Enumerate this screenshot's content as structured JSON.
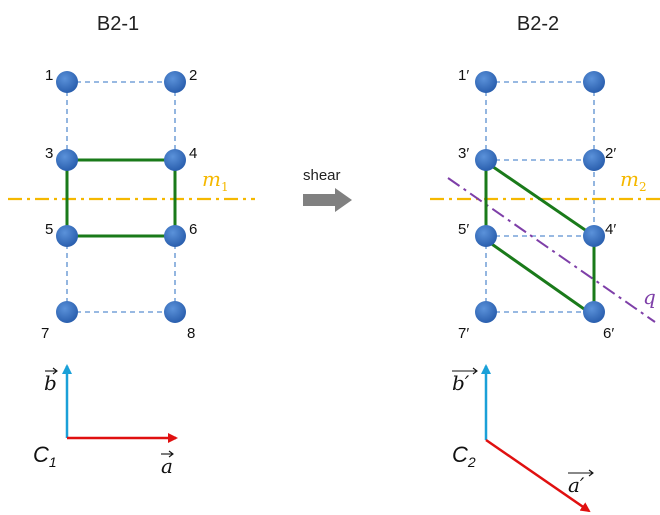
{
  "left_panel": {
    "title": "B2-1",
    "atom_labels": [
      "1",
      "2",
      "3",
      "4",
      "5",
      "6",
      "7",
      "8"
    ],
    "mirror_label": "m",
    "mirror_subscript": "1",
    "vector_a": "a",
    "vector_b": "b",
    "cell_label": "C",
    "cell_subscript": "1"
  },
  "middle": {
    "transform_label": "shear"
  },
  "right_panel": {
    "title": "B2-2",
    "atom_labels": [
      "1′",
      "2′",
      "3′",
      "4′",
      "5′",
      "6′",
      "7′"
    ],
    "mirror_label": "m",
    "mirror_subscript": "2",
    "glide_label": "q",
    "vector_a": "a′",
    "vector_b": "b′",
    "cell_label": "C",
    "cell_subscript": "2"
  },
  "colors": {
    "atom": "#2e6bc0",
    "dashed_lattice": "#5b8fd0",
    "unit_cell": "#1a7a1a",
    "mirror": "#f5b800",
    "glide": "#7e3fa8",
    "vector_a": "#e01010",
    "vector_b": "#1aa0d8",
    "arrow": "#808080"
  }
}
